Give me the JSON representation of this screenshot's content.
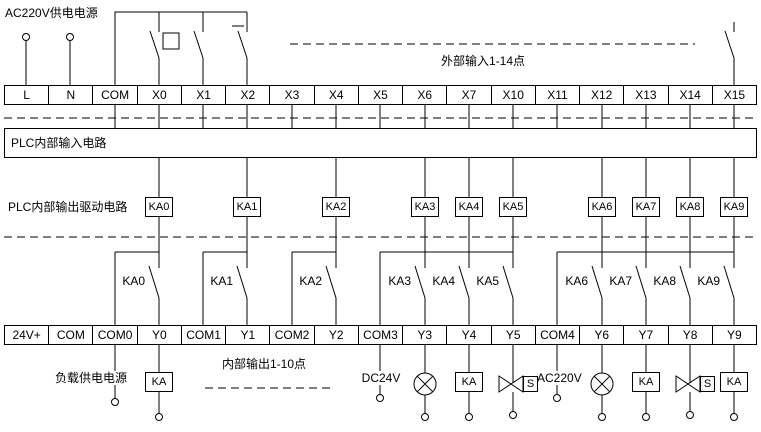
{
  "labels": {
    "supply_top": "AC220V供电电源",
    "external_inputs": "外部输入1-14点",
    "plc_input_circuit": "PLC内部输入电路",
    "plc_output_drive": "PLC内部输出驱动电路",
    "internal_outputs": "内部输出1-10点",
    "load_supply": "负载供电电源",
    "dc24v": "DC24V",
    "ac220v": "AC220V"
  },
  "terminals": {
    "top": [
      "L",
      "N",
      "COM",
      "X0",
      "X1",
      "X2",
      "X3",
      "X4",
      "X5",
      "X6",
      "X7",
      "X10",
      "X11",
      "X12",
      "X13",
      "X14",
      "X15"
    ],
    "bottom": [
      "24V+",
      "COM",
      "COM0",
      "Y0",
      "COM1",
      "Y1",
      "COM2",
      "Y2",
      "COM3",
      "Y3",
      "Y4",
      "Y5",
      "COM4",
      "Y6",
      "Y7",
      "Y8",
      "Y9"
    ]
  },
  "relays": {
    "coils": [
      "KA0",
      "KA1",
      "KA2",
      "KA3",
      "KA4",
      "KA5",
      "KA6",
      "KA7",
      "KA8",
      "KA9"
    ],
    "contacts": [
      "KA0",
      "KA1",
      "KA2",
      "KA3",
      "KA4",
      "KA5",
      "KA6",
      "KA7",
      "KA8",
      "KA9"
    ]
  },
  "devices": {
    "ka_label": "KA",
    "valve_label": "S"
  },
  "colors": {
    "line": "#000000",
    "background": "#ffffff"
  }
}
